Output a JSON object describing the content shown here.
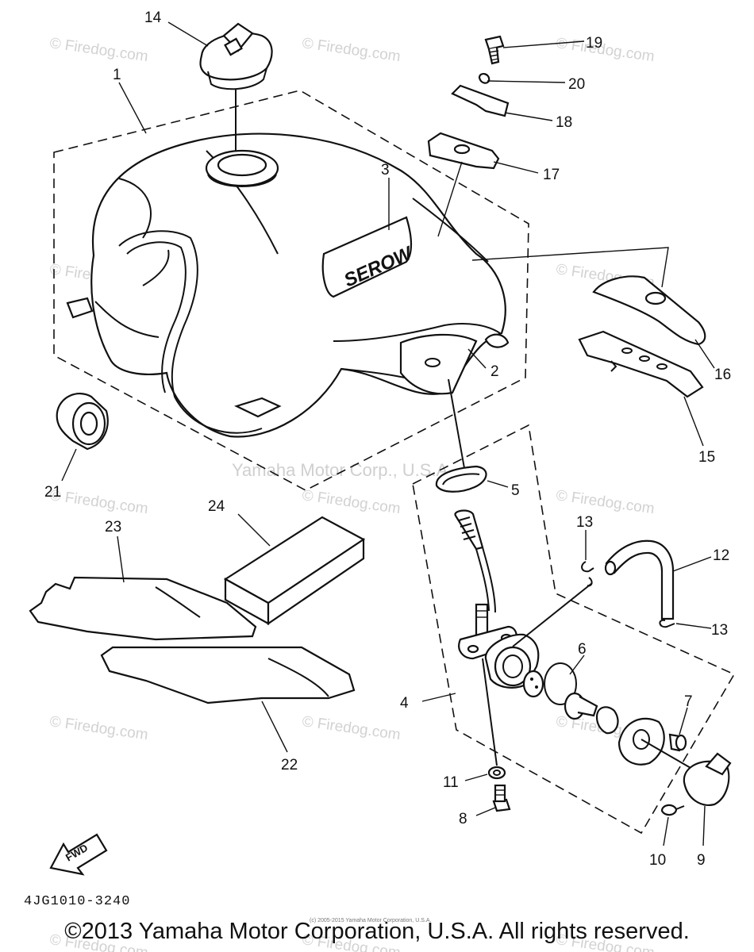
{
  "diagram": {
    "part_code": "4JG1010-3240",
    "fwd_label": "FWD",
    "decal_text": "SEROW",
    "watermarks": {
      "site": "© Firedog.com",
      "company": "Yamaha Motor Corp., U.S.A."
    },
    "small_notice": "(c) 2005-2015 Yamaha Motor Corporation, U.S.A.",
    "callouts": {
      "c1": "1",
      "c2": "2",
      "c3": "3",
      "c4": "4",
      "c5": "5",
      "c6": "6",
      "c7": "7",
      "c8": "8",
      "c9": "9",
      "c10": "10",
      "c11": "11",
      "c12": "12",
      "c13a": "13",
      "c13b": "13",
      "c14": "14",
      "c15": "15",
      "c16": "16",
      "c17": "17",
      "c18": "18",
      "c19": "19",
      "c20": "20",
      "c21": "21",
      "c22": "22",
      "c23": "23",
      "c24": "24"
    }
  },
  "footer": {
    "copyright": "©2013 Yamaha Motor Corporation, U.S.A. All rights reserved."
  },
  "colors": {
    "line": "#111111",
    "watermark": "#d2d2d2",
    "background": "#ffffff"
  }
}
